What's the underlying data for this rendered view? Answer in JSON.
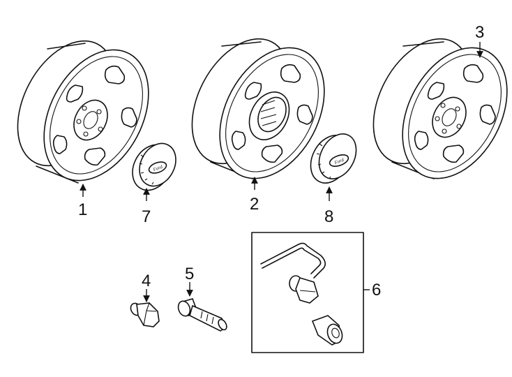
{
  "callouts": {
    "c1": "1",
    "c2": "2",
    "c3": "3",
    "c4": "4",
    "c5": "5",
    "c6": "6",
    "c7": "7",
    "c8": "8"
  },
  "logo": {
    "text": "Ford"
  },
  "colors": {
    "line": "#111111",
    "background": "#ffffff"
  }
}
